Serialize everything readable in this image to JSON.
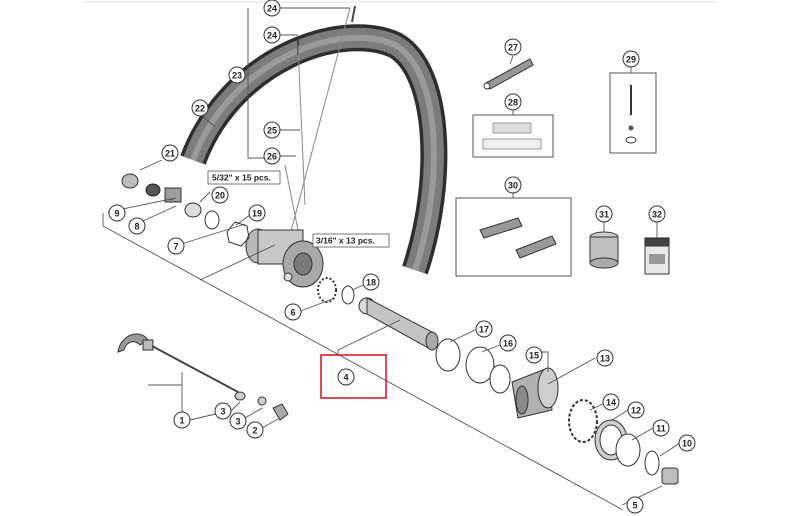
{
  "diagram": {
    "callouts": [
      {
        "id": "c24a",
        "label": "24"
      },
      {
        "id": "c24b",
        "label": "24"
      },
      {
        "id": "c23",
        "label": "23"
      },
      {
        "id": "c22",
        "label": "22"
      },
      {
        "id": "c25",
        "label": "25"
      },
      {
        "id": "c26",
        "label": "26"
      },
      {
        "id": "c21",
        "label": "21"
      },
      {
        "id": "c20",
        "label": "20"
      },
      {
        "id": "c19",
        "label": "19"
      },
      {
        "id": "c9",
        "label": "9"
      },
      {
        "id": "c8",
        "label": "8"
      },
      {
        "id": "c7",
        "label": "7"
      },
      {
        "id": "c18",
        "label": "18"
      },
      {
        "id": "c6",
        "label": "6"
      },
      {
        "id": "c4",
        "label": "4"
      },
      {
        "id": "c17",
        "label": "17"
      },
      {
        "id": "c16",
        "label": "16"
      },
      {
        "id": "c15",
        "label": "15"
      },
      {
        "id": "c13",
        "label": "13"
      },
      {
        "id": "c14",
        "label": "14"
      },
      {
        "id": "c12",
        "label": "12"
      },
      {
        "id": "c11",
        "label": "11"
      },
      {
        "id": "c10",
        "label": "10"
      },
      {
        "id": "c5",
        "label": "5"
      },
      {
        "id": "c1",
        "label": "1"
      },
      {
        "id": "c3a",
        "label": "3"
      },
      {
        "id": "c3b",
        "label": "3"
      },
      {
        "id": "c2",
        "label": "2"
      },
      {
        "id": "c27",
        "label": "27"
      },
      {
        "id": "c28",
        "label": "28"
      },
      {
        "id": "c29",
        "label": "29"
      },
      {
        "id": "c30",
        "label": "30"
      },
      {
        "id": "c31",
        "label": "31"
      },
      {
        "id": "c32",
        "label": "32"
      }
    ],
    "notes": {
      "spoke_note": "5/32\" x 15 pcs.",
      "bearing_note": "3/16\" x 13 pcs."
    },
    "highlight_color": "#d11f2a"
  }
}
